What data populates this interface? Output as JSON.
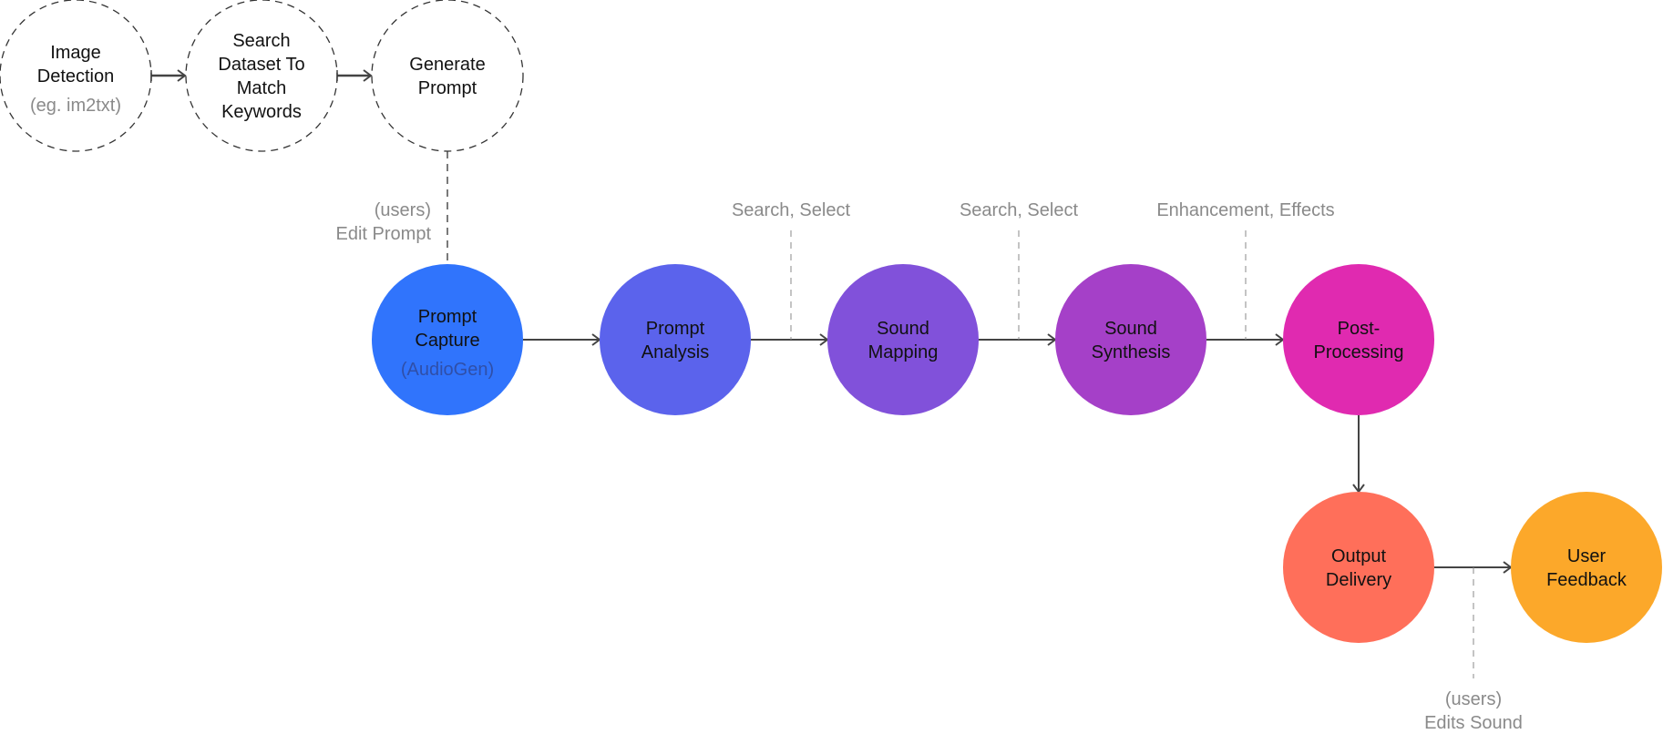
{
  "colors": {
    "arrow": "#444444",
    "dashed": "#333333",
    "annotation_dash": "#8a8a8a",
    "annotation_text": "#8a8a8a",
    "node_text": "#111111",
    "optional_stroke": "#333333"
  },
  "optional_nodes": [
    {
      "id": "image-detection",
      "lines": [
        "Image",
        "Detection"
      ],
      "sub": "(eg. im2txt)",
      "sub_color": "#8a8a8a"
    },
    {
      "id": "search-dataset",
      "lines": [
        "Search",
        "Dataset To",
        "Match",
        "Keywords"
      ],
      "sub": null
    },
    {
      "id": "generate-prompt",
      "lines": [
        "Generate",
        "Prompt"
      ],
      "sub": null
    }
  ],
  "pipeline_nodes": [
    {
      "id": "prompt-capture",
      "lines": [
        "Prompt",
        "Capture"
      ],
      "sub": "(AudioGen)",
      "sub_color": "#2f4fa8",
      "fill": "#3074fc"
    },
    {
      "id": "prompt-analysis",
      "lines": [
        "Prompt",
        "Analysis"
      ],
      "sub": null,
      "fill": "#5b63ec"
    },
    {
      "id": "sound-mapping",
      "lines": [
        "Sound",
        "Mapping"
      ],
      "sub": null,
      "fill": "#8151da"
    },
    {
      "id": "sound-synthesis",
      "lines": [
        "Sound",
        "Synthesis"
      ],
      "sub": null,
      "fill": "#a540c8"
    },
    {
      "id": "post-processing",
      "lines": [
        "Post-",
        "Processing"
      ],
      "sub": null,
      "fill": "#e02ab0"
    },
    {
      "id": "output-delivery",
      "lines": [
        "Output",
        "Delivery"
      ],
      "sub": null,
      "fill": "#ff6f5a"
    },
    {
      "id": "user-feedback",
      "lines": [
        "User",
        "Feedback"
      ],
      "sub": null,
      "fill": "#fca82a"
    }
  ],
  "annotations": {
    "edit_prompt": [
      "(users)",
      "Edit Prompt"
    ],
    "analysis_to_mapping": [
      "Search, Select"
    ],
    "mapping_to_synthesis": [
      "Search, Select"
    ],
    "synthesis_to_post": [
      "Enhancement, Effects"
    ],
    "edits_sound": [
      "(users)",
      "Edits Sound"
    ]
  }
}
